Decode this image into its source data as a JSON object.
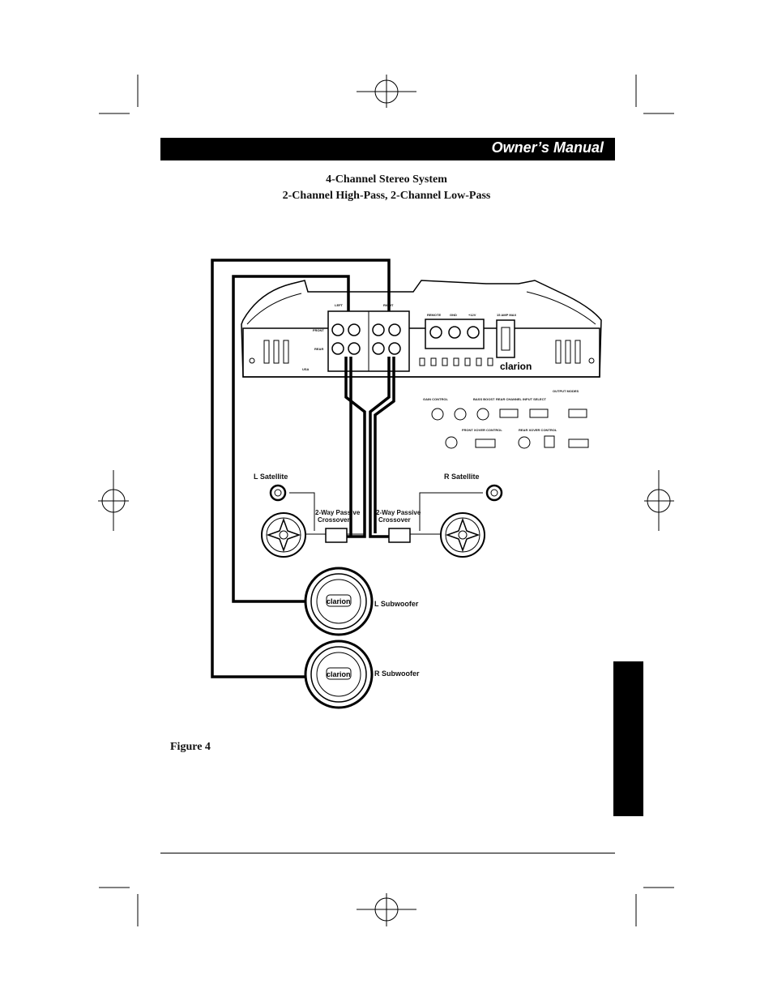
{
  "header": {
    "title": "Owner’s Manual"
  },
  "heading": {
    "line1": "4-Channel Stereo System",
    "line2": "2-Channel High-Pass, 2-Channel Low-Pass"
  },
  "diagram": {
    "amp_labels": {
      "front": "FRONT",
      "rear": "REAR",
      "left": "LEFT",
      "right": "RIGHT",
      "remote": "REMOTE",
      "gnd": "GND",
      "plus12v": "+12V",
      "fuse": "15 AMP MAX",
      "usa": "USA",
      "brand": "clarion",
      "gain_control": "GAIN CONTROL",
      "bass_boost": "BASS BOOST",
      "rear_channel_input_select": "REAR CHANNEL INPUT SELECT",
      "output modes": "OUTPUT MODES",
      "front_xover_control": "FRONT XOVER CONTROL",
      "rear_xover_control": "REAR XOVER CONTROL"
    },
    "l_satellite": "L Satellite",
    "r_satellite": "R Satellite",
    "crossover_left": [
      "2-Way Passive",
      "Crossover"
    ],
    "crossover_right": [
      "2-Way Passive",
      "Crossover"
    ],
    "l_subwoofer": "L Subwoofer",
    "r_subwoofer": "R Subwoofer",
    "woofer_brand": "clarion"
  },
  "caption": "Figure 4"
}
